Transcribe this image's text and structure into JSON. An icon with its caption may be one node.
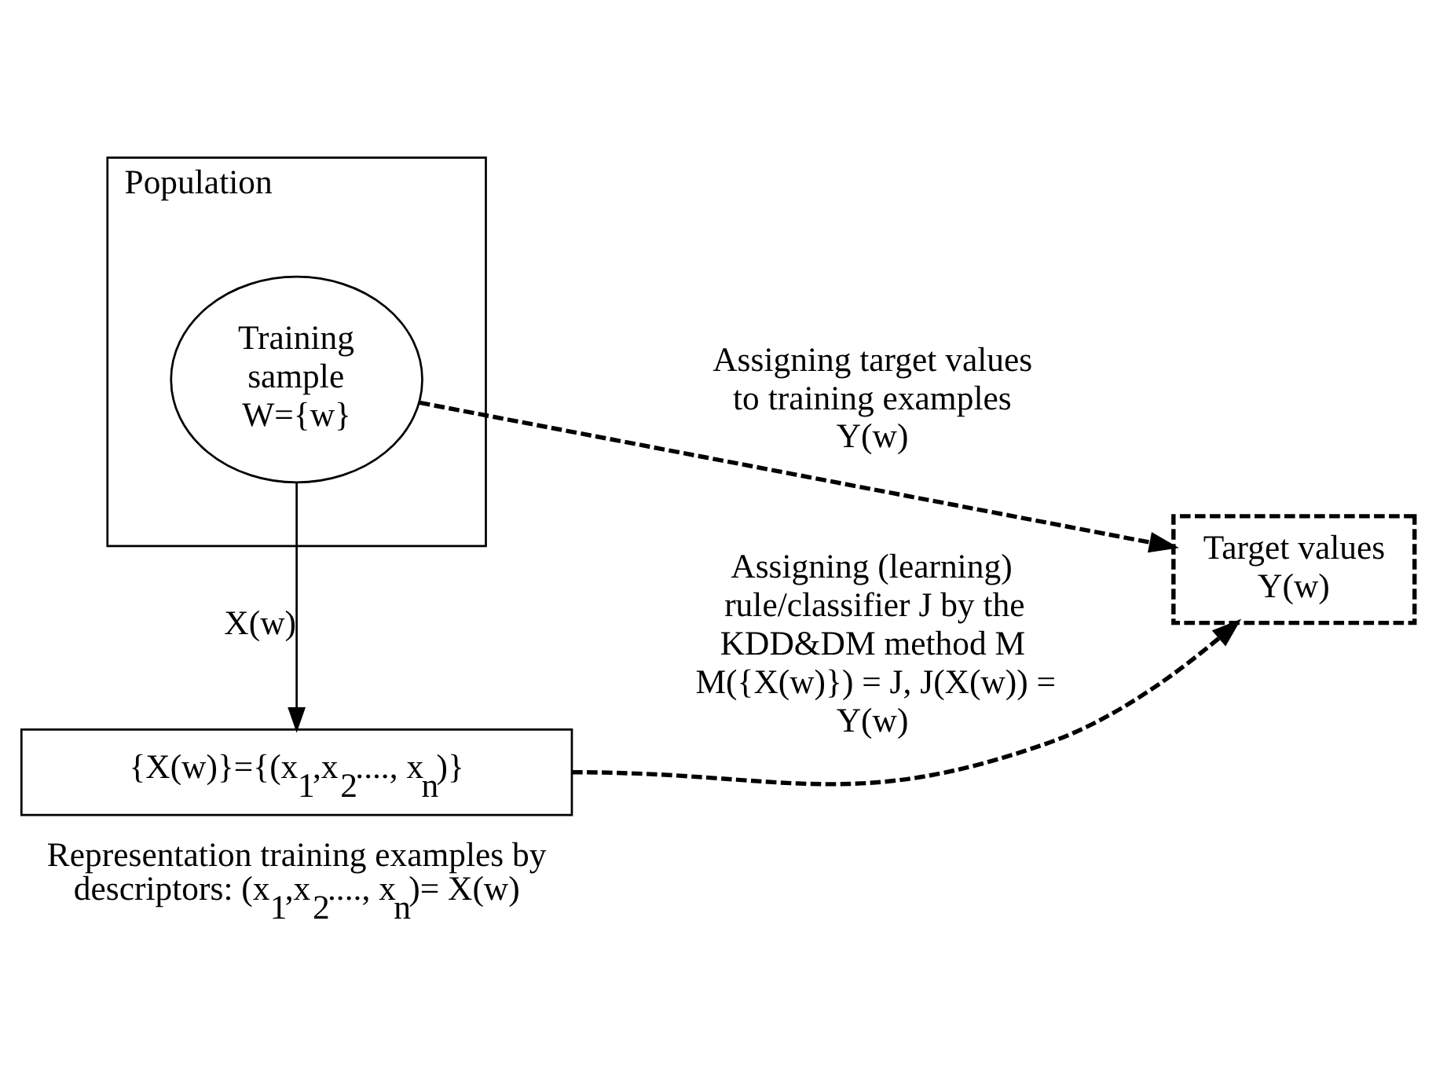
{
  "diagram": {
    "nodes": [
      {
        "text": [
          "Population"
        ]
      },
      {
        "text": [
          "Training sample W={w}"
        ],
        "in": 0
      },
      {
        "text": [
          "Target values Y(w)"
        ]
      },
      {
        "text": [
          "{X(w)}={(x$_{1}$,x$_{2}$...., x$_{n}$)}"
        ],
        "beside": [
          "Representation training examples by descriptors: (x$_{1}$,x$_{2}$...., x$_{n}$)= X(w)"
        ]
      }
    ],
    "edges": [
      {
        "from": 1,
        "to": 2,
        "arrow": "to",
        "style": "dashed",
        "label": "Assigning target values to training examples Y(w)"
      },
      {
        "from": 1,
        "to": 3,
        "arrow": "to",
        "label": "X(w)"
      },
      {
        "from": 3,
        "to": 2,
        "arrow": "to",
        "style": "dashed",
        "label": "Assigning (learning) rule/classifier J by the KDD&DM method M M({X(w)}) = J, J(X(w)) = Y(w)"
      }
    ]
  }
}
